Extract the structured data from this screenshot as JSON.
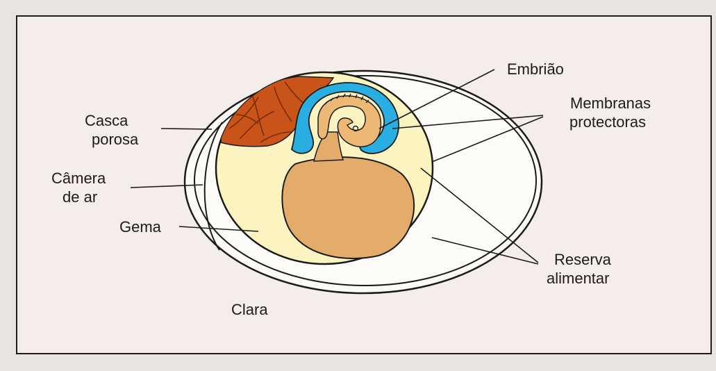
{
  "labels": {
    "casca_porosa": [
      "Casca",
      "porosa"
    ],
    "camera_de_ar": [
      "Câmera",
      "de ar"
    ],
    "gema": "Gema",
    "clara": "Clara",
    "embriao": "Embrião",
    "membranas_protectoras": [
      "Membranas",
      "protectoras"
    ],
    "reserva_alimentar": [
      "Reserva",
      "alimentar"
    ]
  },
  "colors": {
    "background": "#f4ede9",
    "frame": "#1d1d1d",
    "outline": "#1b1b1b",
    "clara": "#fdfbf7",
    "yolk_sac_outer": "#fbf3c0",
    "yolk": "#e3ac6a",
    "shell_vessels": "#c9541a",
    "amnion": "#29aee2",
    "embryo": "#edb873"
  }
}
